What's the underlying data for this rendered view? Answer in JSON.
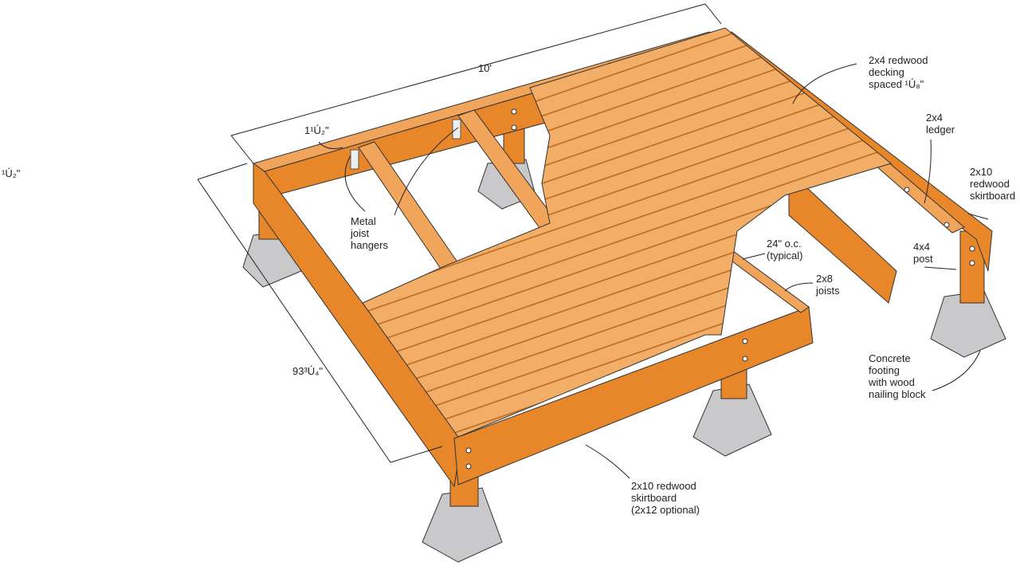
{
  "colors": {
    "wood_top": "#f0a55a",
    "wood_face": "#e8862a",
    "wood_dark": "#c96a18",
    "concrete": "#c9c9cc",
    "concrete_dark": "#9d9da2",
    "line": "#222222"
  },
  "dimensions": {
    "width": "10'",
    "depth": "93³Ú₄\"",
    "rim_thickness": "1¹Ú₂\"",
    "edge_note": "¹Ú₂\""
  },
  "callouts": {
    "decking": [
      "2x4 redwood",
      "decking",
      "spaced ¹Ú₈\""
    ],
    "ledger": [
      "2x4",
      "ledger"
    ],
    "side_skirtboard": [
      "2x10",
      "redwood",
      "skirtboard"
    ],
    "hangers": [
      "Metal",
      "joist",
      "hangers"
    ],
    "spacing": [
      "24\" o.c.",
      "(typical)"
    ],
    "joists": [
      "2x8",
      "joists"
    ],
    "post": [
      "4x4",
      "post"
    ],
    "footing": [
      "Concrete",
      "footing",
      "with wood",
      "nailing block"
    ],
    "front_skirtboard": [
      "2x10 redwood",
      "skirtboard",
      "(2x12 optional)"
    ]
  }
}
